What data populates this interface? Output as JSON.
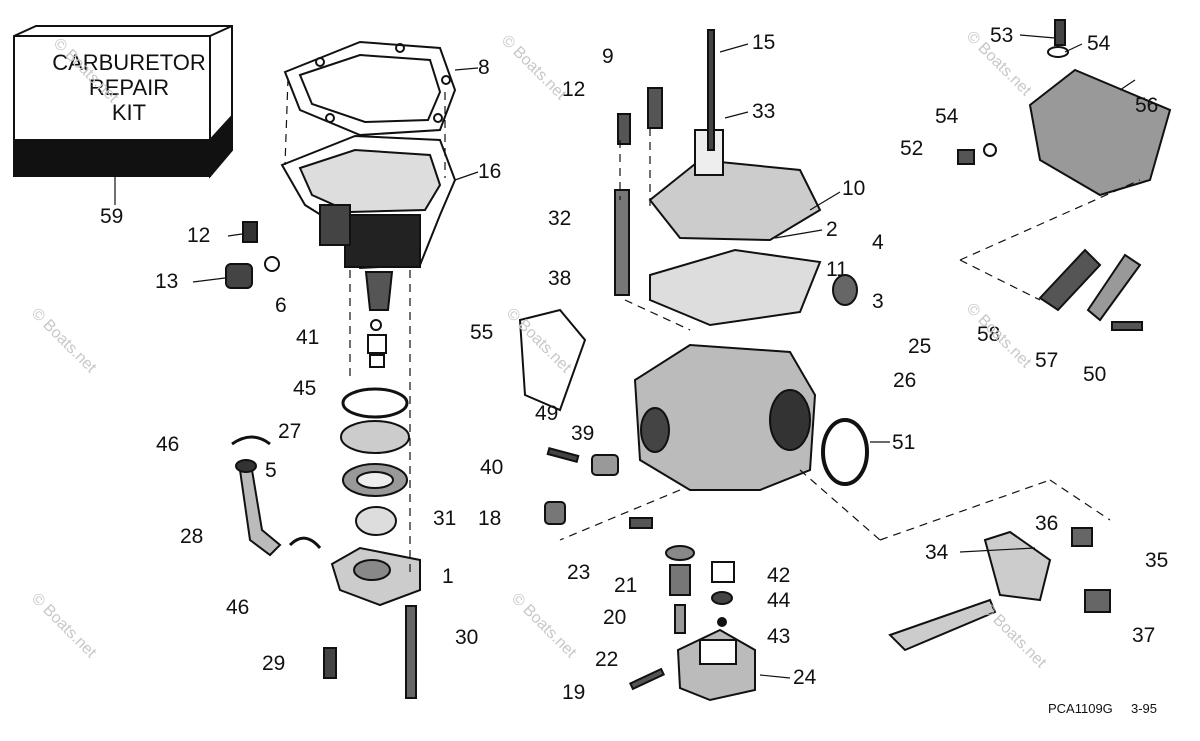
{
  "kit": {
    "text": "CARBURETOR\nREPAIR\nKIT"
  },
  "watermark": "© Boats.net",
  "footer": {
    "code": "PCA1109G",
    "date": "3-95"
  },
  "callouts": [
    "59",
    "8",
    "16",
    "12",
    "13",
    "6",
    "41",
    "45",
    "27",
    "46",
    "5",
    "31",
    "28",
    "1",
    "46",
    "30",
    "29",
    "9",
    "15",
    "12",
    "33",
    "10",
    "2",
    "32",
    "11",
    "38",
    "4",
    "3",
    "55",
    "49",
    "39",
    "40",
    "18",
    "23",
    "21",
    "20",
    "22",
    "19",
    "42",
    "44",
    "43",
    "24",
    "25",
    "26",
    "51",
    "53",
    "54",
    "56",
    "54",
    "52",
    "58",
    "57",
    "50",
    "36",
    "34",
    "35",
    "37"
  ]
}
